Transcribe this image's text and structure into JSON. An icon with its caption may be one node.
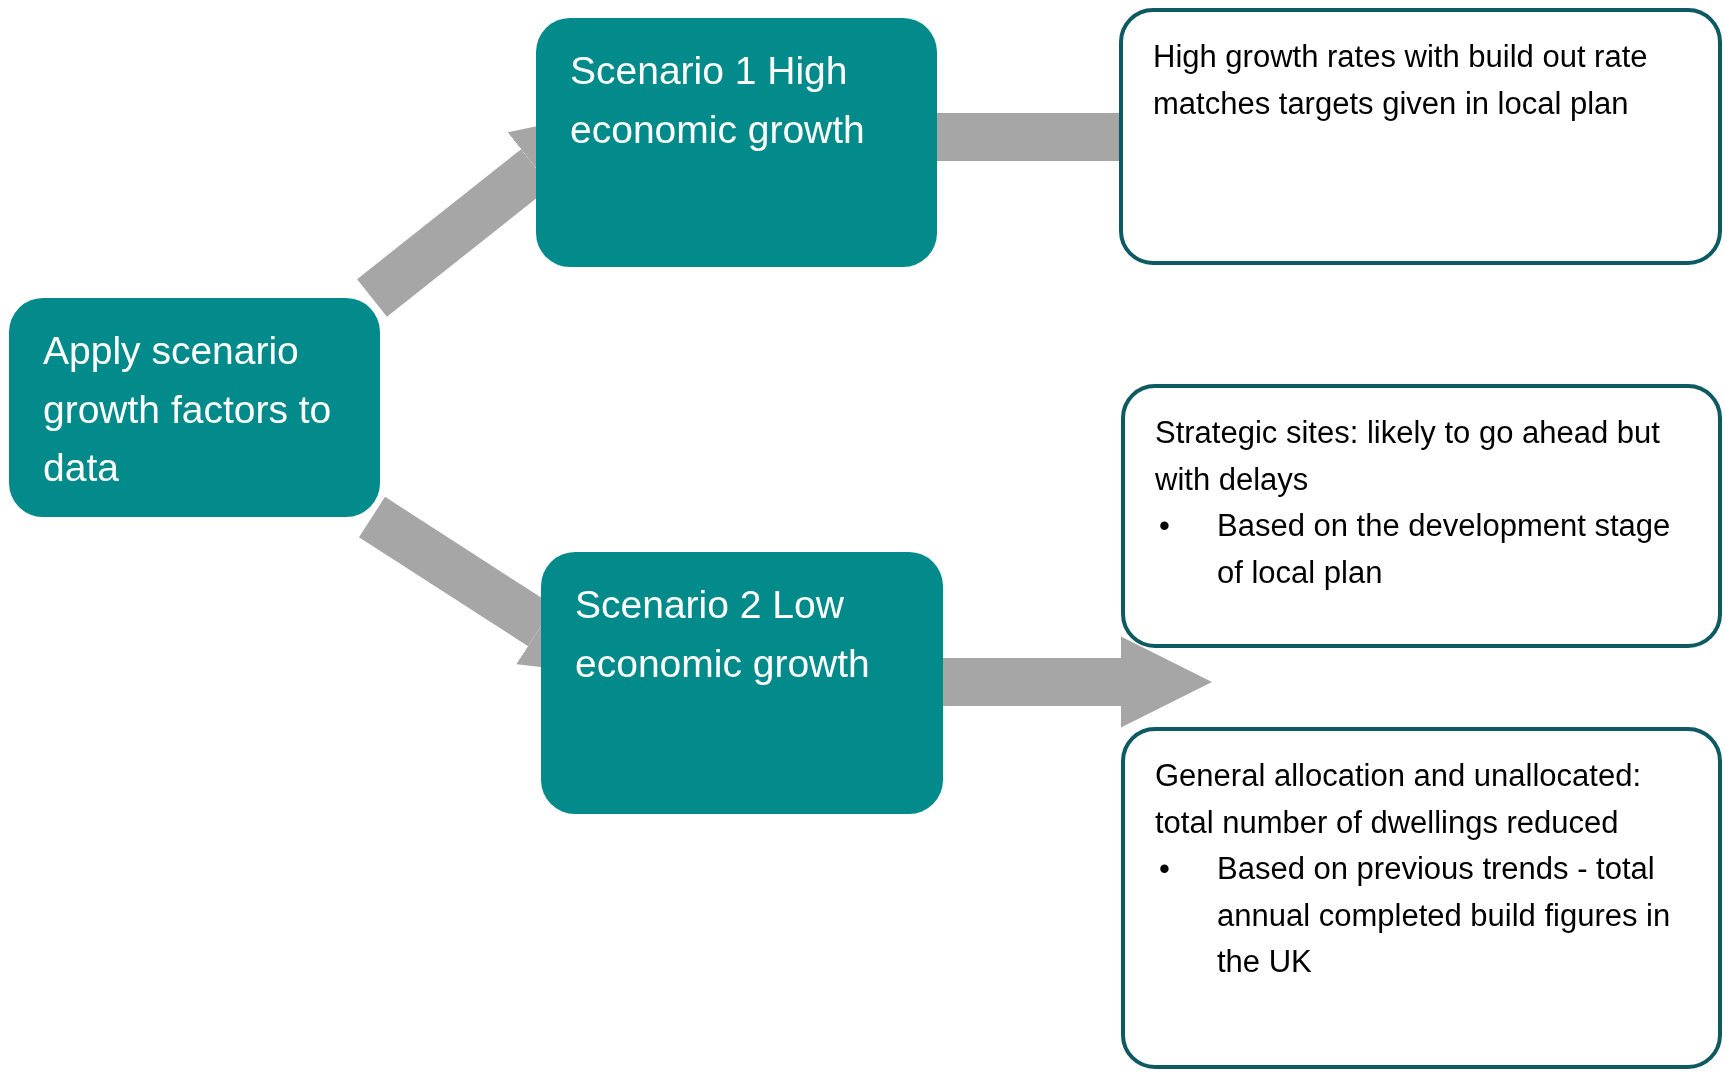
{
  "diagram": {
    "nodes": [
      {
        "text": [
          "Apply scenario growth factors to data"
        ]
      },
      {
        "text": [
          "Scenario 1 High economic growth"
        ]
      },
      {
        "text": [
          "High growth rates with build out rate matches targets given in local plan"
        ]
      },
      {
        "text": [
          "Scenario 2 Low economic growth"
        ]
      },
      {
        "text": [
          "Strategic sites: likely to go ahead but with delays",
          "•",
          "Based on the development stage of local plan"
        ]
      },
      {
        "text": [
          "General allocation and unallocated: total number of dwellings reduced",
          "•",
          "Based on previous trends - total annual completed build figures in the UK"
        ]
      }
    ],
    "edges": [
      {
        "from": 0,
        "to": 1,
        "arrow": "to"
      },
      {
        "from": 0,
        "to": 3,
        "arrow": "to"
      },
      {
        "from": 1,
        "to": 2,
        "arrow": "to"
      },
      {
        "from": 3,
        "to": 4,
        "arrow": "to"
      },
      {
        "from": 3,
        "to": 5,
        "arrow": "to"
      }
    ]
  }
}
